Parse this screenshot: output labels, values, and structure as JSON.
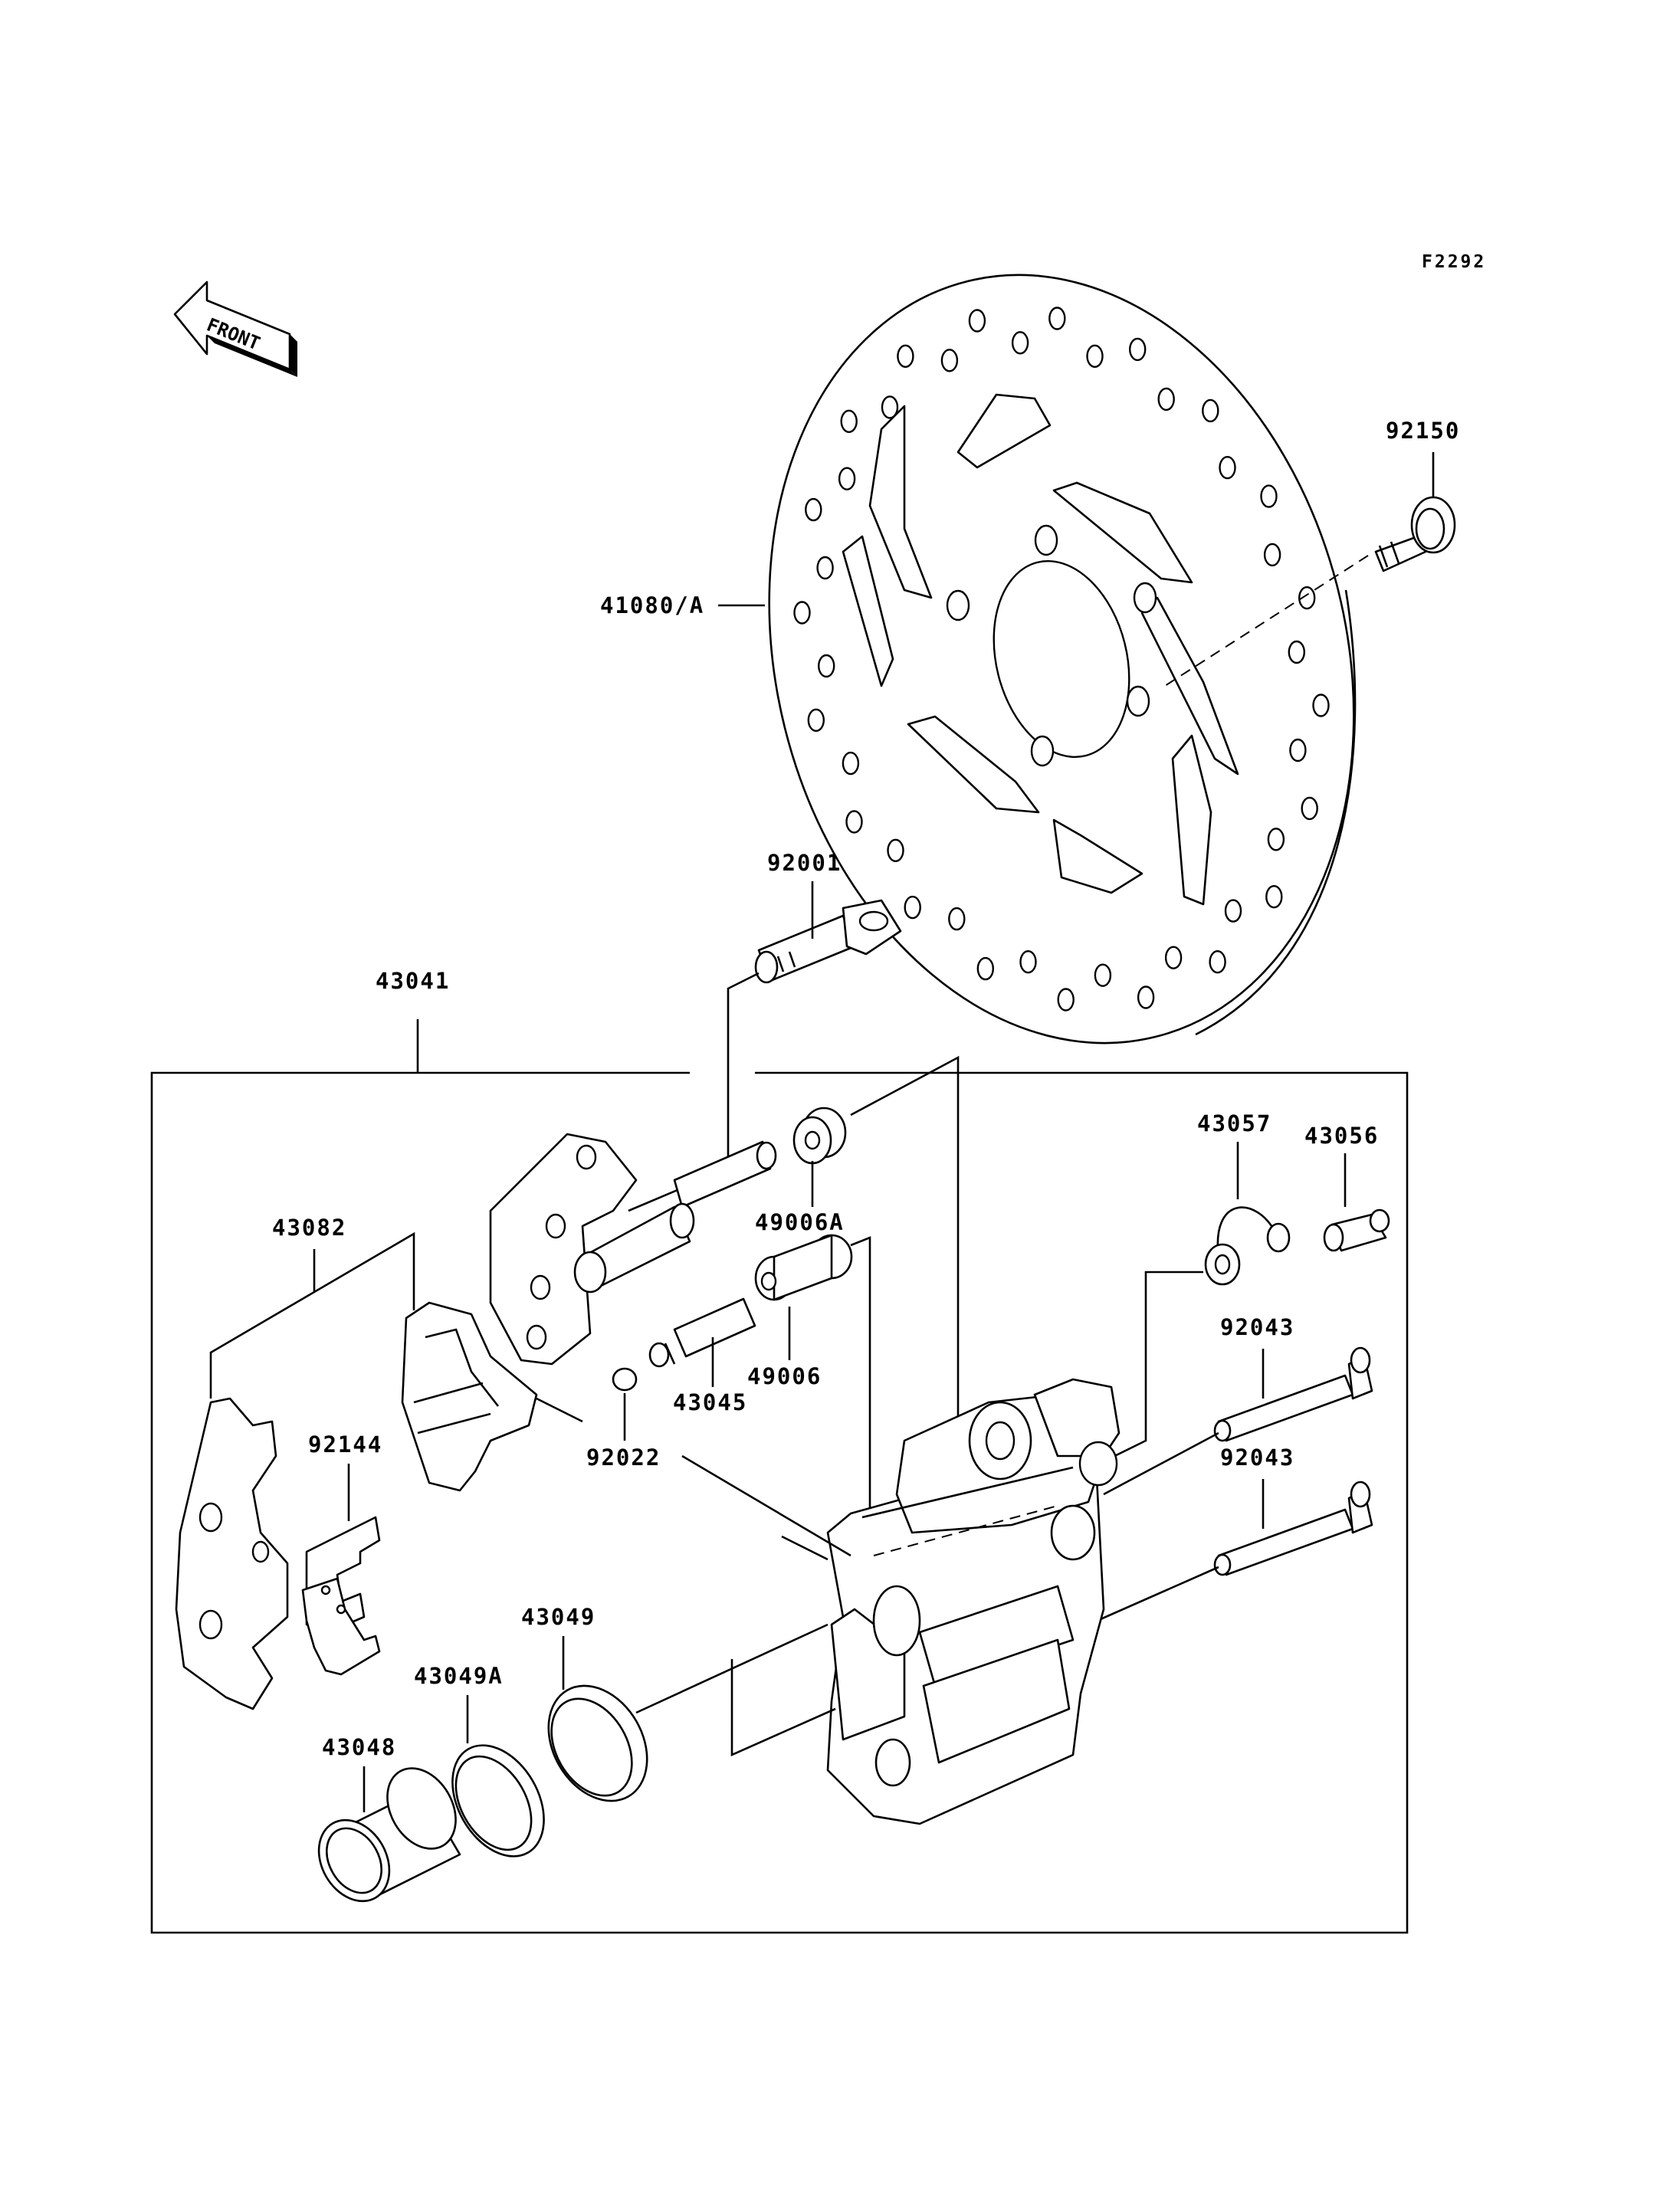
{
  "figure": {
    "code": "F2292",
    "front_label": "FRONT"
  },
  "callouts": {
    "p92150": "92150",
    "p41080A": "41080/A",
    "p92001": "92001",
    "p43041": "43041",
    "p43057": "43057",
    "p43056": "43056",
    "p49006A": "49006A",
    "p43082": "43082",
    "p43045": "43045",
    "p49006": "49006",
    "p92043a": "92043",
    "p92144": "92144",
    "p92022": "92022",
    "p92043b": "92043",
    "p43049": "43049",
    "p43049A": "43049A",
    "p43048": "43048"
  }
}
